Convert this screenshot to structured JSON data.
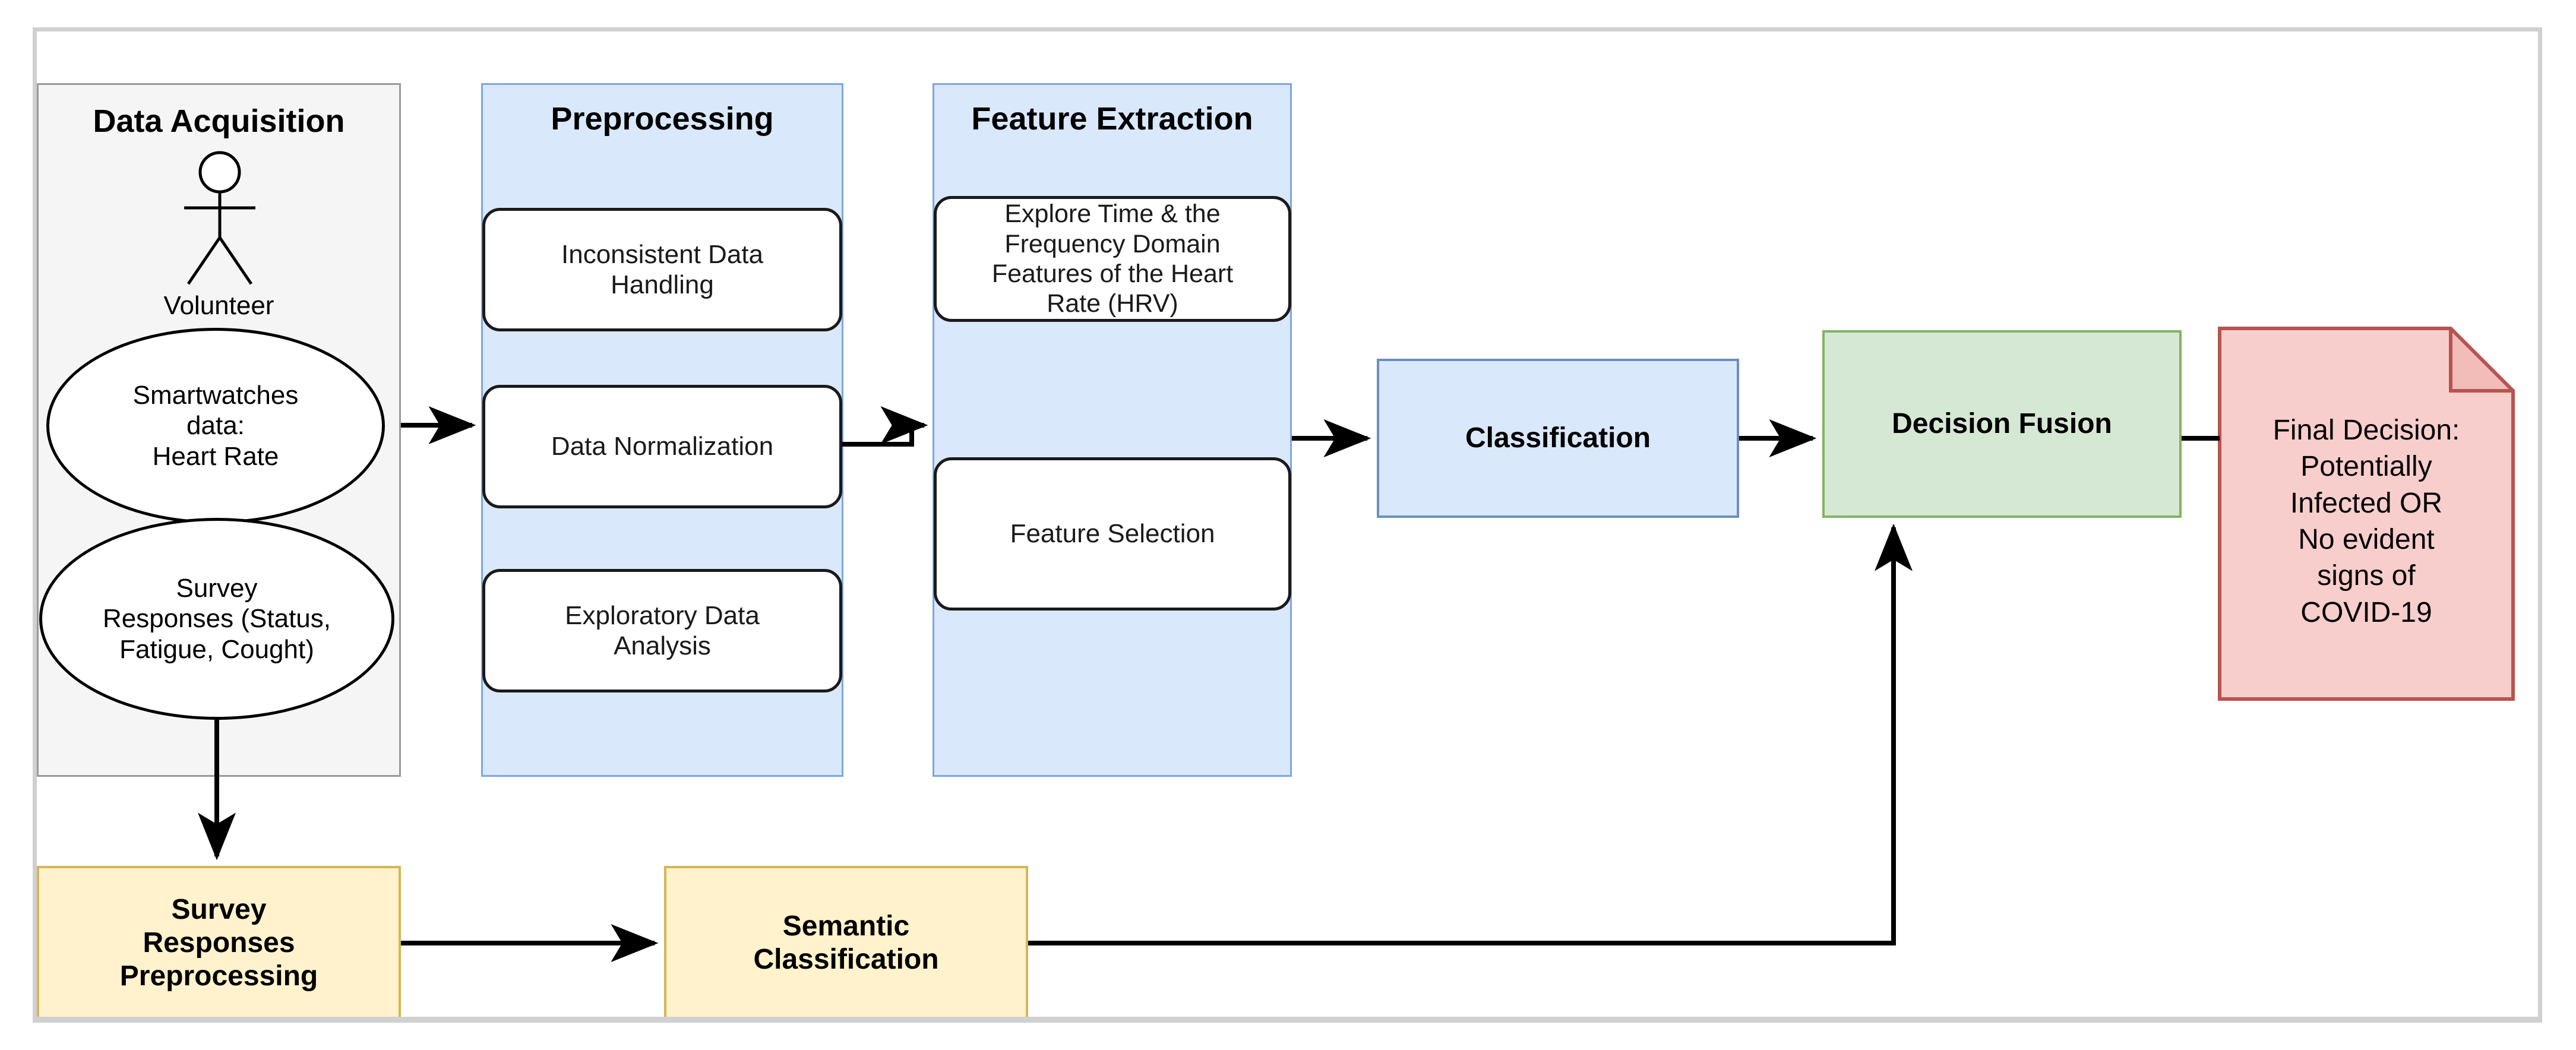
{
  "diagram": {
    "title": "COVID-19 detection pipeline from smartwatch heart-rate and survey data",
    "colors": {
      "lane_grey_fill": "#f5f5f5",
      "lane_grey_border": "#9a9a9a",
      "lane_blue_fill": "#dae8fc",
      "lane_blue_border": "#7ea6e0",
      "box_blue_fill": "#dae8fc",
      "box_blue_border": "#6c8ebf",
      "box_green_fill": "#d5e8d4",
      "box_green_border": "#82b366",
      "box_yellow_fill": "#fff2cc",
      "box_yellow_border": "#d6b656",
      "note_pink_fill": "#f8cecc",
      "note_pink_border": "#b85450",
      "frame_border": "#d0d0d0",
      "connector": "#000000"
    },
    "lanes": [
      {
        "id": "data-acquisition",
        "title": "Data Acquisition",
        "actor_label": "Volunteer",
        "ellipses": [
          "Smartwatches data: Heart Rate",
          "Survey Responses (Status, Fatigue, Cought)"
        ]
      },
      {
        "id": "preprocessing",
        "title": "Preprocessing",
        "steps": [
          "Inconsistent Data Handling",
          "Data Normalization",
          "Exploratory Data Analysis"
        ]
      },
      {
        "id": "feature-extraction",
        "title": "Feature Extraction",
        "steps": [
          "Explore Time & the Frequency Domain Features of the Heart Rate (HRV)",
          "Feature Selection"
        ]
      }
    ],
    "nodes": {
      "classification": "Classification",
      "decision_fusion": "Decision Fusion",
      "final_decision": "Final Decision: Potentially Infected OR No evident signs of COVID-19",
      "survey_preprocessing": "Survey Responses Preprocessing",
      "semantic_classification": "Semantic Classification"
    },
    "ellipse_lines": {
      "smartwatch": [
        "Smartwatches",
        "data:",
        "Heart Rate"
      ],
      "survey": [
        "Survey",
        "Responses (Status,",
        "Fatigue, Cought)"
      ]
    },
    "step_lines": {
      "inconsistent": [
        "Inconsistent Data",
        "Handling"
      ],
      "normalization": [
        "Data Normalization"
      ],
      "eda": [
        "Exploratory Data",
        "Analysis"
      ],
      "hrv": [
        "Explore Time & the",
        "Frequency Domain",
        "Features of the Heart",
        "Rate (HRV)"
      ],
      "feature_selection": [
        "Feature Selection"
      ]
    },
    "node_lines": {
      "final_decision": [
        "Final Decision:",
        "Potentially",
        "Infected OR",
        "No evident",
        "signs of",
        "COVID-19"
      ],
      "survey_preprocessing": [
        "Survey",
        "Responses",
        "Preprocessing"
      ],
      "semantic_classification": [
        "Semantic",
        "Classification"
      ]
    }
  }
}
